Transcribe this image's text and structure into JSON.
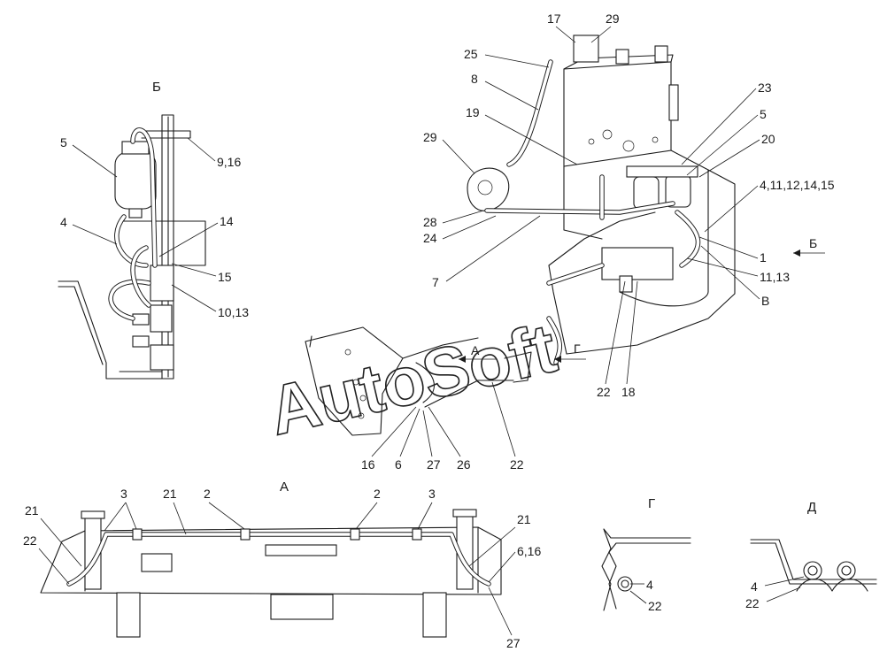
{
  "views": {
    "b": "Б",
    "a": "А",
    "g": "Г",
    "d": "Д"
  },
  "arrows": {
    "a": "А",
    "g": "Г",
    "b": "Б",
    "v": "В"
  },
  "labels_main": {
    "l17": "17",
    "l29a": "29",
    "l25": "25",
    "l8": "8",
    "l19": "19",
    "l29b": "29",
    "l23": "23",
    "l5": "5",
    "l20": "20",
    "l4_15": "4,11,12,14,15",
    "l28": "28",
    "l24": "24",
    "l7": "7",
    "l1": "1",
    "l11_13": "11,13",
    "l22a": "22",
    "l18": "18",
    "l16": "16",
    "l6": "6",
    "l27": "27",
    "l26": "26",
    "l22b": "22"
  },
  "labels_b": {
    "l5": "5",
    "l9_16": "9,16",
    "l4": "4",
    "l14": "14",
    "l15": "15",
    "l10_13": "10,13"
  },
  "labels_a": {
    "l3a": "3",
    "l21a": "21",
    "l2a": "2",
    "l2b": "2",
    "l3b": "3",
    "l21b": "21",
    "l22": "22",
    "l21c": "21",
    "l6_16": "6,16",
    "l27": "27"
  },
  "labels_g": {
    "l4": "4",
    "l22": "22"
  },
  "labels_d": {
    "l4": "4",
    "l22": "22"
  },
  "watermark": "AutoSoft"
}
